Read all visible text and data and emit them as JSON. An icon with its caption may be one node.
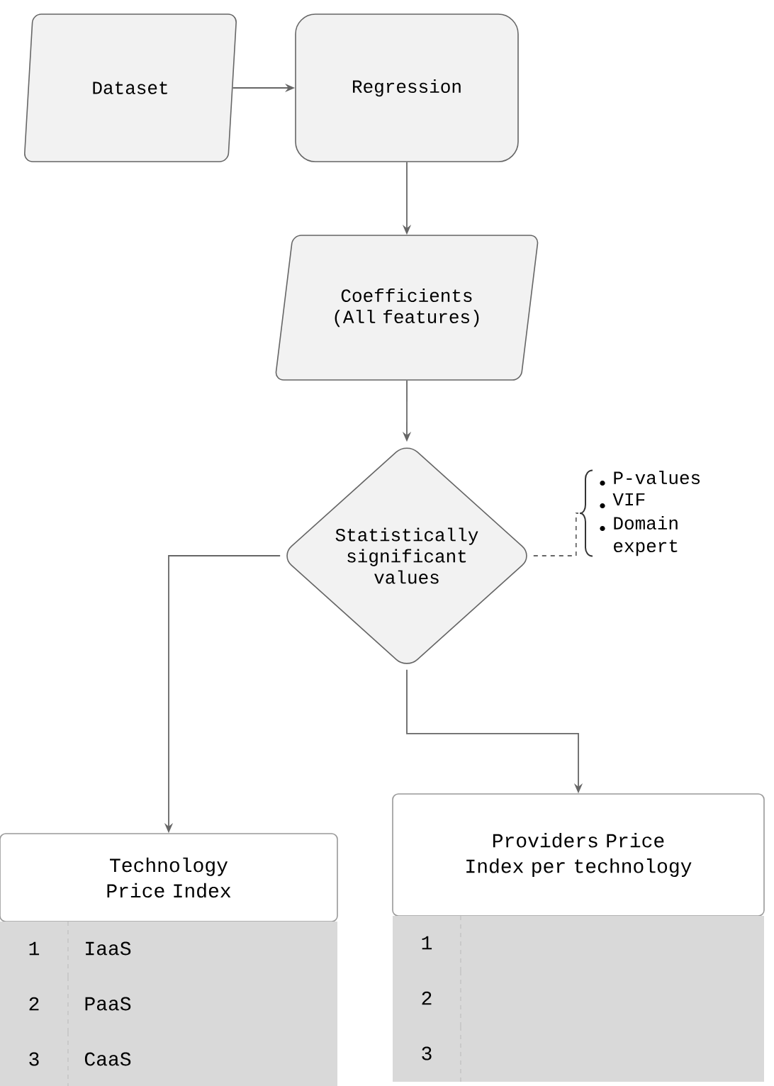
{
  "diagram": {
    "nodes": [
      {
        "text": [
          "Dataset"
        ]
      },
      {
        "text": [
          "Regression"
        ]
      },
      {
        "text": [
          "Coefficients (All features)"
        ]
      },
      {
        "text": [
          "Statistically significant values"
        ]
      },
      {
        "text": [
          "P-values",
          "VIF",
          "Domain expert"
        ]
      },
      {
        "text": [
          "Technology Price Index"
        ]
      },
      {
        "text": [
          "Providers Price Index per technology"
        ]
      }
    ],
    "edges": [
      {
        "from": 0,
        "to": 1,
        "arrow": "to"
      },
      {
        "from": 1,
        "to": 2,
        "arrow": "to"
      },
      {
        "from": 2,
        "to": 3,
        "arrow": "to"
      },
      {
        "from": 3,
        "to": 4,
        "arrow": "none",
        "style": "dashed"
      },
      {
        "from": 3,
        "to": 5,
        "arrow": "to"
      },
      {
        "from": 3,
        "to": 6,
        "arrow": "to"
      }
    ],
    "labels": [
      "1",
      "IaaS",
      "2",
      "PaaS",
      "3",
      "CaaS",
      "1",
      "2",
      "3"
    ]
  }
}
